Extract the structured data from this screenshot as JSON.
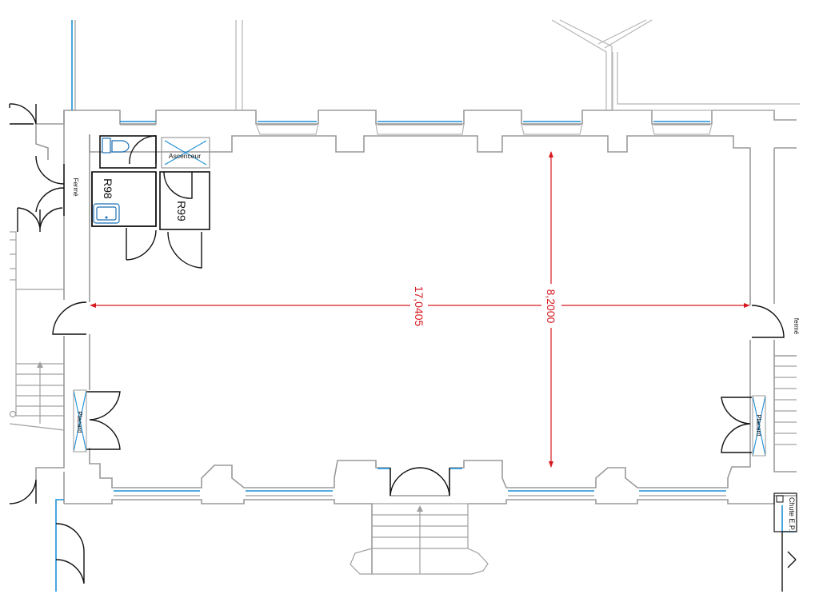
{
  "labels": {
    "ascenceur": "Ascenceur",
    "r98": "R98",
    "r99": "R99",
    "ferme_left": "Fermé",
    "ferme_right": "fermé",
    "placard_left": "Placard",
    "placard_right": "Placard",
    "chute": "Chute E.P."
  },
  "dimensions": {
    "horizontal": "17,0405",
    "vertical": "8,2000"
  },
  "colors": {
    "wall": "#9a9a9a",
    "window": "#1b8fd6",
    "dimension": "#d71920",
    "room_outline": "#111111"
  }
}
